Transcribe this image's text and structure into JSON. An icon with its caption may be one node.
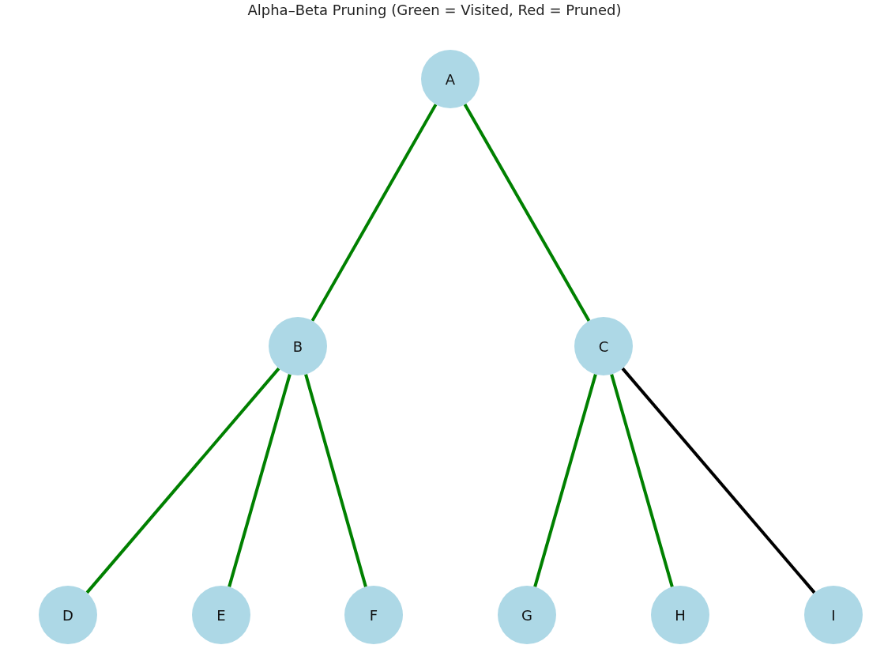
{
  "diagram": {
    "title": "Alpha–Beta Pruning (Green = Visited, Red = Pruned)",
    "nodes": [
      {
        "text": [
          "A"
        ]
      },
      {
        "text": [
          "B"
        ]
      },
      {
        "text": [
          "C"
        ]
      },
      {
        "text": [
          "D"
        ]
      },
      {
        "text": [
          "E"
        ]
      },
      {
        "text": [
          "F"
        ]
      },
      {
        "text": [
          "G"
        ]
      },
      {
        "text": [
          "H"
        ]
      },
      {
        "text": [
          "I"
        ]
      }
    ],
    "edges": [
      {
        "from": 0,
        "to": 1,
        "arrow": "none"
      },
      {
        "from": 0,
        "to": 2,
        "arrow": "none"
      },
      {
        "from": 1,
        "to": 3,
        "arrow": "none"
      },
      {
        "from": 1,
        "to": 4,
        "arrow": "none"
      },
      {
        "from": 1,
        "to": 5,
        "arrow": "none"
      },
      {
        "from": 2,
        "to": 6,
        "arrow": "none"
      },
      {
        "from": 2,
        "to": 7,
        "arrow": "none"
      },
      {
        "from": 2,
        "to": 8,
        "arrow": "none",
        "color": "#000000"
      }
    ]
  }
}
